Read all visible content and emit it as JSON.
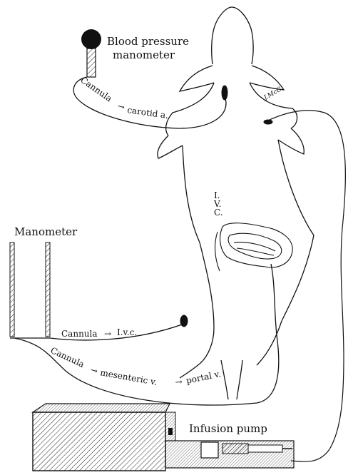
{
  "labels": {
    "bp_manometer_line1": "Blood pressure",
    "bp_manometer_line2": "manometer",
    "cannula_carotid_a": "Cannula",
    "carotid_arrow": "→",
    "carotid_target": "carotid a.",
    "ivc_vertical": [
      "I.",
      "V.",
      "C."
    ],
    "manometer": "Manometer",
    "cannula_ivc_a": "Cannula",
    "ivc_arrow": "→",
    "ivc_target": "I.v.c.",
    "cannula_mesenteric_a": "Cannula",
    "mesenteric_arrow1": "→",
    "mesenteric_target": "mesenteric v.",
    "mesenteric_arrow2": "→",
    "portal_target": "portal v.",
    "infusion_pump": "Infusion pump",
    "artist_signature": "J.McC."
  }
}
